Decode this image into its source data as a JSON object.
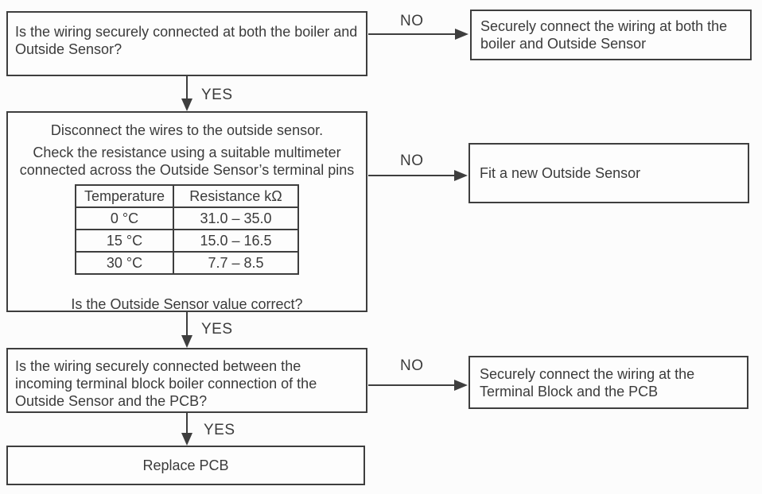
{
  "colors": {
    "background": "#fcfcfc",
    "line": "#3e3e3e",
    "text": "#3b3b3b"
  },
  "flowchart": {
    "q1": {
      "lines": [
        "Is the wiring securely connected at both the boiler and",
        "Outside Sensor?"
      ]
    },
    "fix1": {
      "lines": [
        "Securely connect the wiring at both the",
        "boiler and Outside Sensor"
      ]
    },
    "q2": {
      "intro": "Disconnect the wires to the outside sensor.",
      "instruction_lines": [
        "Check the resistance using a suitable multimeter",
        "connected across the Outside Sensor’s terminal pins"
      ],
      "question": "Is the Outside Sensor value correct?"
    },
    "fix2": {
      "lines": [
        "Fit a new Outside Sensor"
      ]
    },
    "q3": {
      "lines": [
        "Is the wiring securely connected between the",
        "incoming terminal block boiler connection of the",
        "Outside Sensor and the PCB?"
      ]
    },
    "fix3": {
      "lines": [
        "Securely connect the wiring at the",
        "Terminal Block and the PCB"
      ]
    },
    "final": {
      "label": "Replace PCB"
    },
    "connectors": {
      "no1": "NO",
      "yes1": "YES",
      "no2": "NO",
      "yes2": "YES",
      "no3": "NO",
      "yes3": "YES"
    }
  },
  "resistance_table": {
    "headers": [
      "Temperature",
      "Resistance kΩ"
    ],
    "rows": [
      [
        "0 °C",
        "31.0 – 35.0"
      ],
      [
        "15 °C",
        "15.0 – 16.5"
      ],
      [
        "30 °C",
        "7.7 – 8.5"
      ]
    ]
  }
}
